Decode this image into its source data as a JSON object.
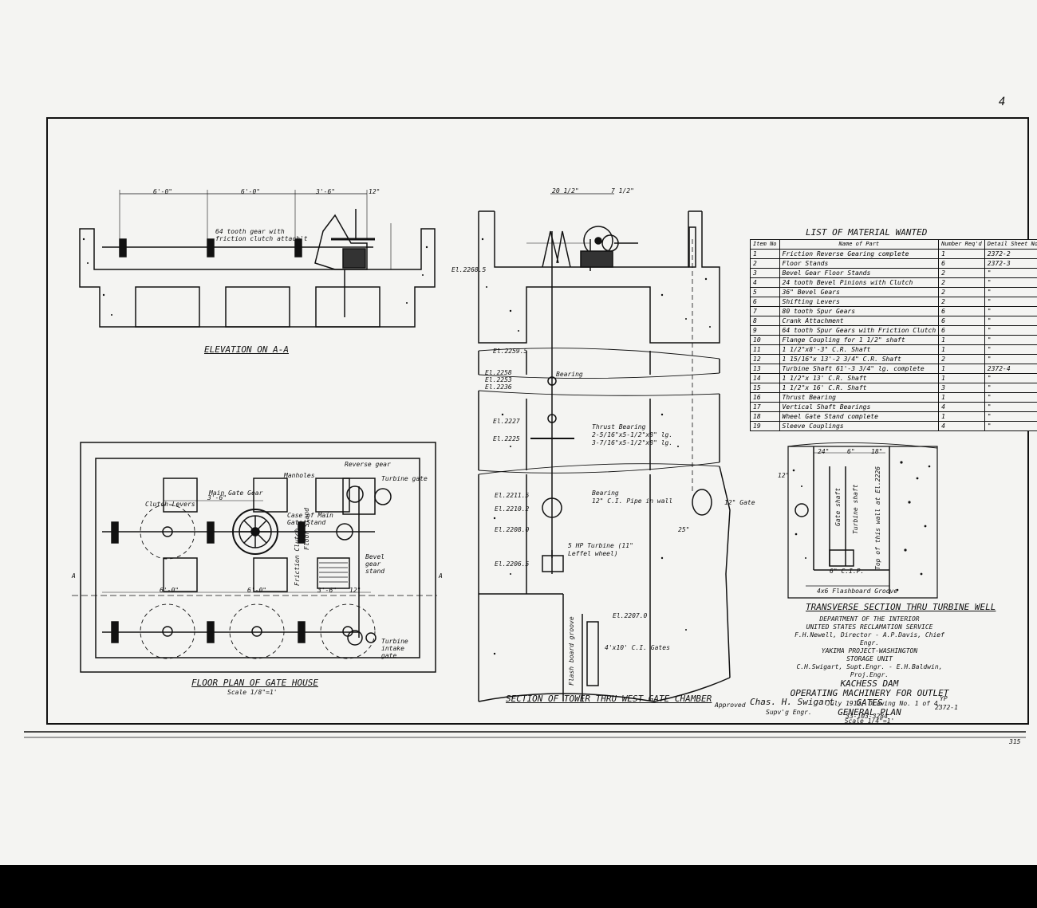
{
  "sheet": {
    "sheet_number": "4",
    "footer_number": "33-103-3284",
    "corner_mark": "315"
  },
  "titles": {
    "elevation": "ELEVATION ON A-A",
    "floor_plan": "FLOOR PLAN OF GATE HOUSE",
    "floor_plan_scale": "Scale 1/8\"=1'",
    "section_tower": "SECTION OF TOWER THRU WEST GATE CHAMBER",
    "transverse": "TRANSVERSE SECTION THRU TURBINE WELL"
  },
  "elevation_dims": [
    "6'-0\"",
    "6'-0\"",
    "3'-6\"",
    "12\""
  ],
  "elevation_note": "64 tooth gear with friction clutch attach't",
  "floor_plan_labels": {
    "clutch_levers": "Clutch Levers",
    "main_gate_gear": "Main Gate Gear",
    "manholes": "Manholes",
    "reverse_gear": "Reverse gear",
    "turbine_gate": "Turbine gate",
    "case": "Case of Main Gate Stand",
    "bevel": "Bevel gear stand",
    "floor_stand": "Floor Stand",
    "friction_clutch": "Friction Clutch",
    "turbine_intake": "Turbine intake gate",
    "dims": [
      "3'-6\"",
      "6'-0\"",
      "6'-0\"",
      "3'-6\"",
      "12\""
    ],
    "section_mark": "A"
  },
  "tower_labels": {
    "el_top": "El.2268.5",
    "el_2": "El.2259.5",
    "el_3a": "El.2258",
    "el_3b": "El.2253",
    "el_3c": "El.2236",
    "el_4a": "El.2227",
    "el_4b": "El.2225",
    "el_5a": "El.2211.5",
    "el_5b": "El.2210.2",
    "el_5c": "El.2208.0",
    "el_5d": "El.2206.5",
    "el_6": "El.2207.0",
    "bearing": "Bearing",
    "thrust": "Thrust Bearing",
    "thrust_dim1": "2-5/16\"x5-1/2\"x8\" lg.",
    "thrust_dim2": "3-7/16\"x5-1/2\"x8\" lg.",
    "bearing2": "Bearing",
    "pipe": "12\" C.I. Pipe in wall",
    "turbine": "5 HP Turbine (11\" Leffel wheel)",
    "gate12": "12\" Gate",
    "dim25": "25\"",
    "gates": "4'x10' C.I. Gates",
    "flashboard": "Flash board groove",
    "dims_top": [
      "20 1/2\"",
      "7 1/2\""
    ]
  },
  "materials": {
    "title": "LIST OF MATERIAL WANTED",
    "headers": [
      "Item No",
      "Name of Part",
      "Number Req'd",
      "Detail Sheet No."
    ],
    "rows": [
      [
        "1",
        "Friction Reverse Gearing complete",
        "1",
        "2372-2"
      ],
      [
        "2",
        "Floor Stands",
        "6",
        "2372-3"
      ],
      [
        "3",
        "Bevel Gear Floor Stands",
        "2",
        "\""
      ],
      [
        "4",
        "24 tooth Bevel Pinions with Clutch",
        "2",
        "\""
      ],
      [
        "5",
        "36\" Bevel Gears",
        "2",
        "\""
      ],
      [
        "6",
        "Shifting Levers",
        "2",
        "\""
      ],
      [
        "7",
        "80 tooth Spur Gears",
        "6",
        "\""
      ],
      [
        "8",
        "Crank Attachment",
        "6",
        "\""
      ],
      [
        "9",
        "64 tooth Spur Gears with Friction Clutch",
        "6",
        "\""
      ],
      [
        "10",
        "Flange Coupling for 1 1/2\" shaft",
        "1",
        "\""
      ],
      [
        "11",
        "1 1/2\"x8'-3\" C.R. Shaft",
        "1",
        "\""
      ],
      [
        "12",
        "1 15/16\"x 13'-2 3/4\" C.R. Shaft",
        "2",
        "\""
      ],
      [
        "13",
        "Turbine Shaft 61'-3 3/4\" lg. complete",
        "1",
        "2372-4"
      ],
      [
        "14",
        "1 1/2\"x 13' C.R. Shaft",
        "1",
        "\""
      ],
      [
        "15",
        "1 1/2\"x 16' C.R. Shaft",
        "3",
        "\""
      ],
      [
        "16",
        "Thrust Bearing",
        "1",
        "\""
      ],
      [
        "17",
        "Vertical Shaft Bearings",
        "4",
        "\""
      ],
      [
        "18",
        "Wheel Gate Stand complete",
        "1",
        "\""
      ],
      [
        "19",
        "Sleeve Couplings",
        "4",
        "\""
      ]
    ]
  },
  "transverse_labels": {
    "gate_shaft": "Gate shaft",
    "turbine_shaft": "Turbine shaft",
    "top_wall": "Top of this wall at El.2226",
    "flashboard": "4x6 Flashboard Groove",
    "cast": "6\" C.I.P.",
    "dims": [
      "24\"",
      "6\"",
      "18\"",
      "12\""
    ]
  },
  "title_block": {
    "line1": "DEPARTMENT OF THE INTERIOR",
    "line2": "UNITED STATES RECLAMATION SERVICE",
    "line3": "F.H.Newell, Director - A.P.Davis, Chief Engr.",
    "line4": "YAKIMA PROJECT-WASHINGTON",
    "line5": "STORAGE UNIT",
    "line6": "C.H.Swigart, Supt.Engr. - E.H.Baldwin, Proj.Engr.",
    "line7": "KACHESS DAM",
    "line8": "OPERATING MACHINERY FOR OUTLET GATES",
    "line9": "GENERAL PLAN",
    "line10": "Scale 1/4\"=1'",
    "line11": "July 1912, Drawing No. 1 of 4.",
    "approved": "Approved",
    "signature": "Chas. H. Swigart",
    "signature_title": "Supv'g Engr.",
    "code1": "YP",
    "code2": "2372-1"
  }
}
